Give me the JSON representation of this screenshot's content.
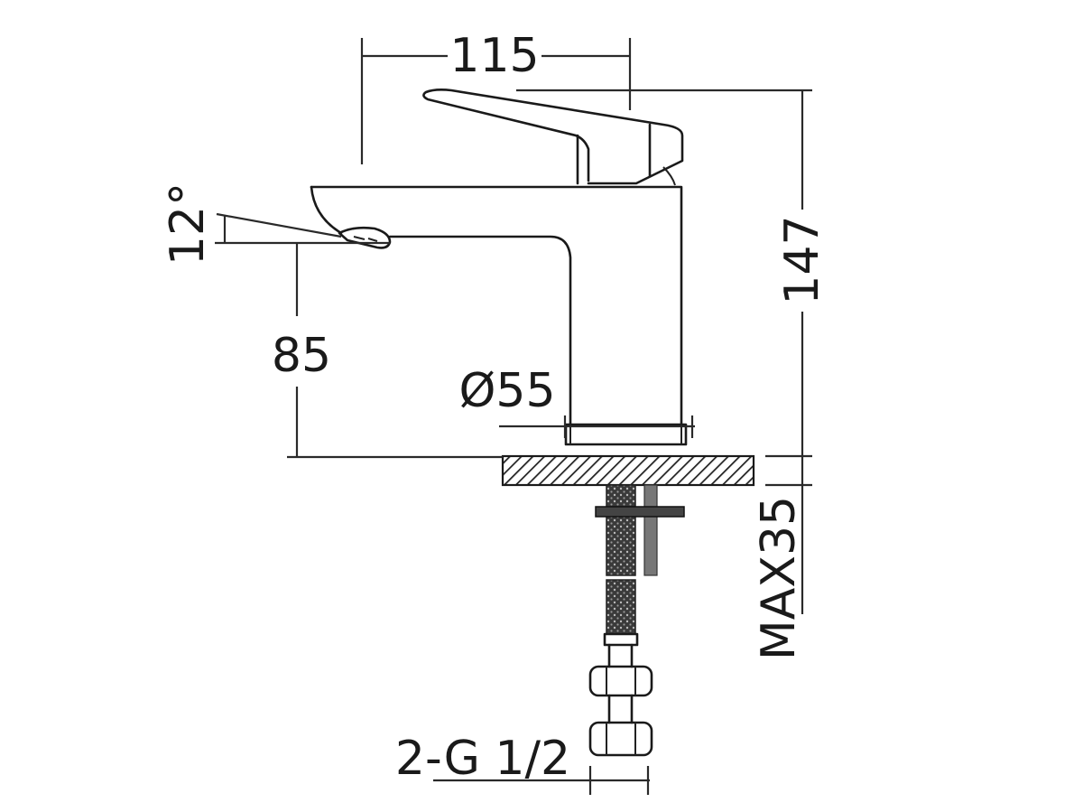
{
  "diagram": {
    "subject": "Basin mixer tap technical dimension drawing",
    "colors": {
      "line": "#1a1a1a",
      "background": "#ffffff"
    },
    "dimensions": {
      "width_top": "115",
      "spout_angle": "12°",
      "spout_height": "85",
      "body_diameter": "Ø55",
      "total_height": "147",
      "max_counter_thickness": "MAX35",
      "connection": "2-G 1/2"
    }
  }
}
